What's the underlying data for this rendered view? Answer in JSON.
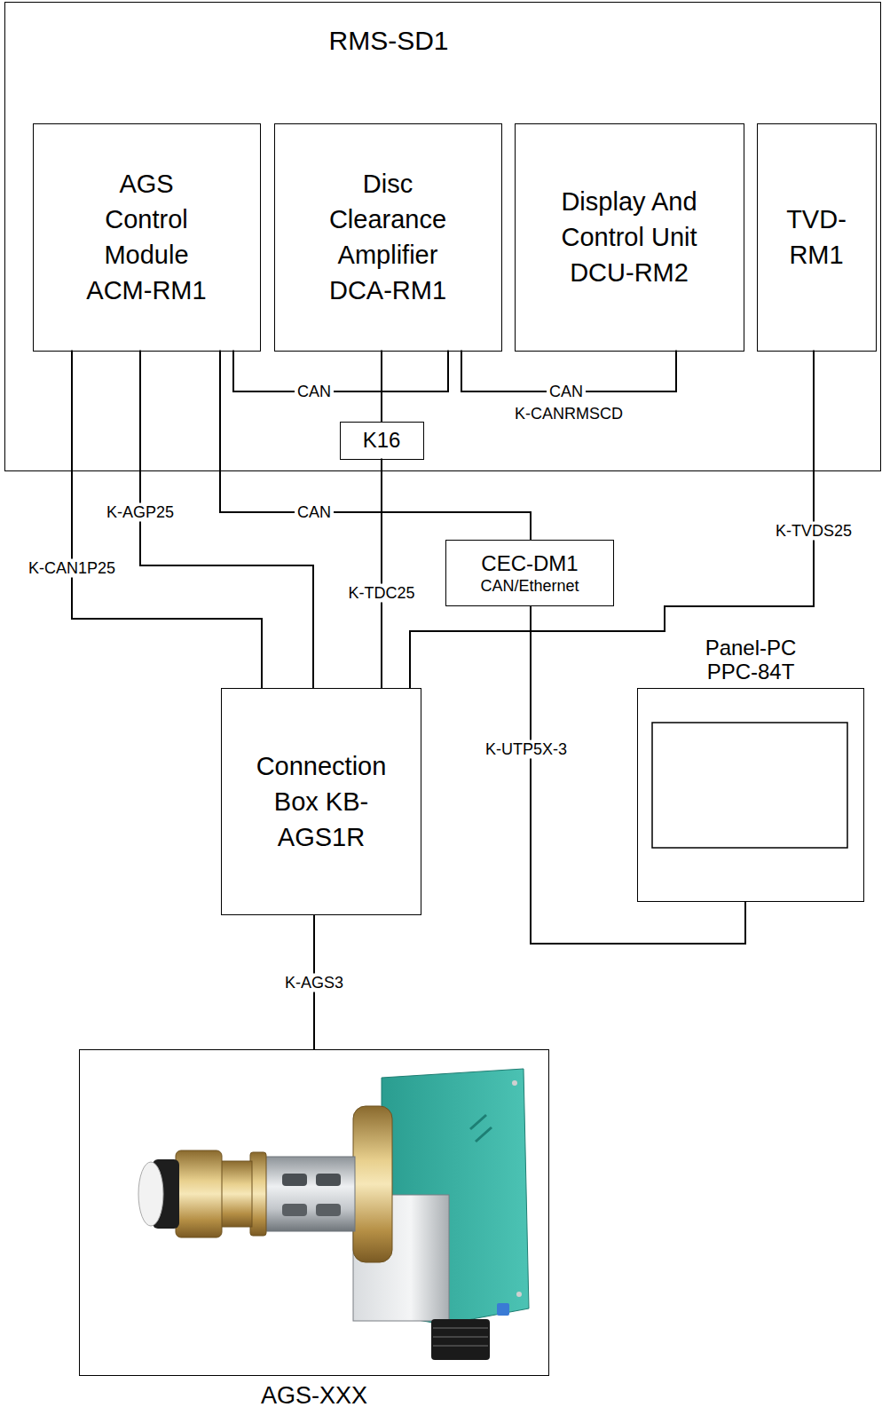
{
  "diagram": {
    "nodes": [
      {
        "text": [
          "RMS-SD1"
        ]
      },
      {
        "text": [
          "AGS Control Module ACM-RM1"
        ],
        "in": 0
      },
      {
        "text": [
          "Disc Clearance Amplifier DCA-RM1"
        ],
        "in": 0
      },
      {
        "text": [
          "Display And Control Unit DCU-RM2"
        ],
        "in": 0
      },
      {
        "text": [
          "TVD- RM1"
        ],
        "in": 0
      },
      {
        "text": [
          "K16"
        ],
        "in": 0
      },
      {
        "text": [
          "CEC-DM1",
          "CAN/Ethernet"
        ]
      },
      {
        "text": [
          "Panel-PC PPC-84T"
        ]
      },
      {
        "text": [
          "Connection Box KB-AGS1R"
        ]
      },
      {
        "text": [
          "AGS-XXX"
        ]
      }
    ],
    "edges": [
      {
        "from": 1,
        "to": 2,
        "arrow": "none",
        "label": "CAN"
      },
      {
        "from": 2,
        "to": 3,
        "arrow": "none",
        "label": "CAN"
      },
      {
        "from": 2,
        "to": 5,
        "arrow": "none"
      },
      {
        "from": 5,
        "to": 8,
        "arrow": "none",
        "label": "K-TDC25"
      },
      {
        "from": 1,
        "to": 8,
        "arrow": "none",
        "label": "K-CAN1P25"
      },
      {
        "from": 1,
        "to": 8,
        "arrow": "none",
        "label": "K-AGP25"
      },
      {
        "from": 1,
        "to": 6,
        "arrow": "none",
        "label": "CAN"
      },
      {
        "from": 6,
        "to": 7,
        "arrow": "none",
        "label": "K-UTP5X-3"
      },
      {
        "from": 4,
        "to": 8,
        "arrow": "none",
        "label": "K-TVDS25"
      },
      {
        "from": 8,
        "to": 9,
        "arrow": "none",
        "label": "K-AGS3"
      }
    ],
    "labels": [
      "K-CANRMSCD"
    ]
  }
}
